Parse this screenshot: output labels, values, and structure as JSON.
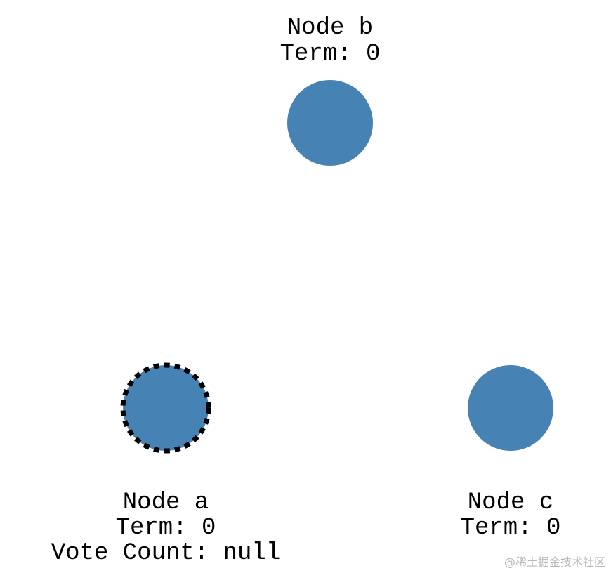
{
  "colors": {
    "node_fill": "#4682b4",
    "candidate_ring": "#000000",
    "text": "#000000",
    "watermark": "#b8b8b8"
  },
  "nodes": {
    "b": {
      "name": "Node b",
      "term": "Term: 0"
    },
    "a": {
      "name": "Node a",
      "term": "Term: 0",
      "vote_count": "Vote Count: null",
      "state": "candidate"
    },
    "c": {
      "name": "Node c",
      "term": "Term: 0"
    }
  },
  "watermark": "@稀土掘金技术社区"
}
